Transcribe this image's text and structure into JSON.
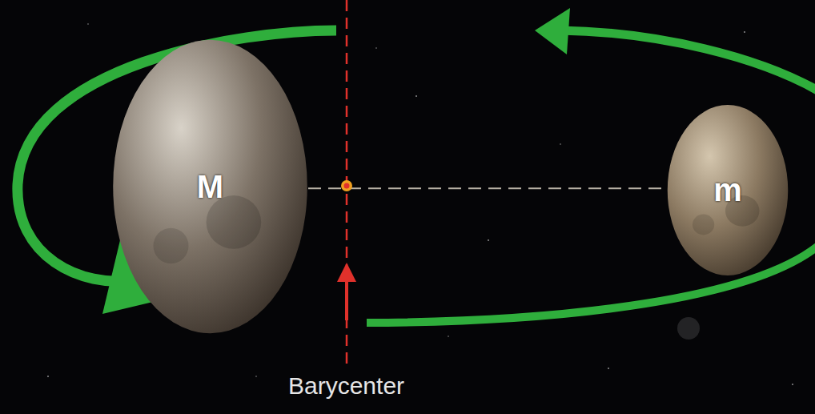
{
  "diagram": {
    "nodes": [
      {
        "text": [
          "M"
        ]
      },
      {
        "text": [
          "m"
        ]
      }
    ],
    "edges": [
      {
        "from": 0,
        "to": 1,
        "arrow": "none"
      }
    ],
    "labels": [
      "Barycenter"
    ]
  }
}
